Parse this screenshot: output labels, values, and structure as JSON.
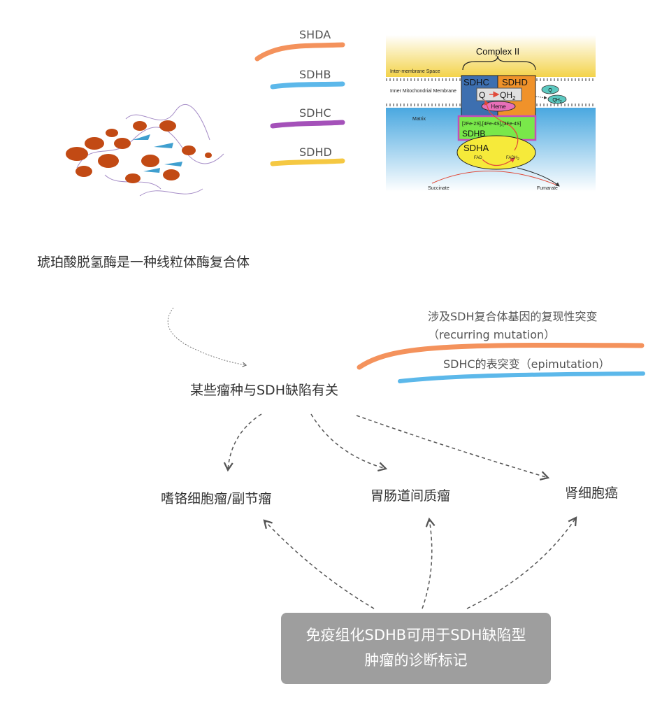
{
  "protein_caption": "琥珀酸脱氢酶是一种线粒体酶复合体",
  "legend": {
    "items": [
      {
        "label": "SHDA",
        "color": "#f4925c"
      },
      {
        "label": "SDHB",
        "color": "#5cb8ea"
      },
      {
        "label": "SDHC",
        "color": "#a451b9"
      },
      {
        "label": "SDHD",
        "color": "#f5c842"
      }
    ]
  },
  "complex_figure": {
    "title": "Complex II",
    "intermembrane": "Inter-membrane Space",
    "inner_membrane": "Inner Mitochondrial Membrane",
    "matrix": "Matrix",
    "sdhc": "SDHC",
    "sdhd": "SDHD",
    "q": "Q",
    "qh2": "QH",
    "q_out": "Q",
    "qh2_out": "QH",
    "heme": "Heme",
    "clusters": "[2Fe-2S],[4Fe-4S],[3Fe-4S]",
    "sdhb": "SDHB",
    "sdha": "SDHA",
    "fad": "FAD",
    "fadh2": "FADH",
    "subscript_2": "2",
    "succinate": "Succinate",
    "fumarate": "Fumarate"
  },
  "center_node": "某些瘤种与SDH缺陷有关",
  "mechanisms": {
    "mutation": "涉及SDH复合体基因的复现性突变（recurring mutation）",
    "epimutation": "SDHC的表突变（epimutation）",
    "mutation_color": "#f4925c",
    "epimutation_color": "#5cb8ea"
  },
  "tumors": {
    "left": "嗜铬细胞瘤/副节瘤",
    "middle": "胃肠道间质瘤",
    "right": "肾细胞癌"
  },
  "diagnosis_box": {
    "text": "免疫组化SDHB可用于SDH缺陷型肿瘤的诊断标记",
    "bg": "#9e9e9e"
  }
}
